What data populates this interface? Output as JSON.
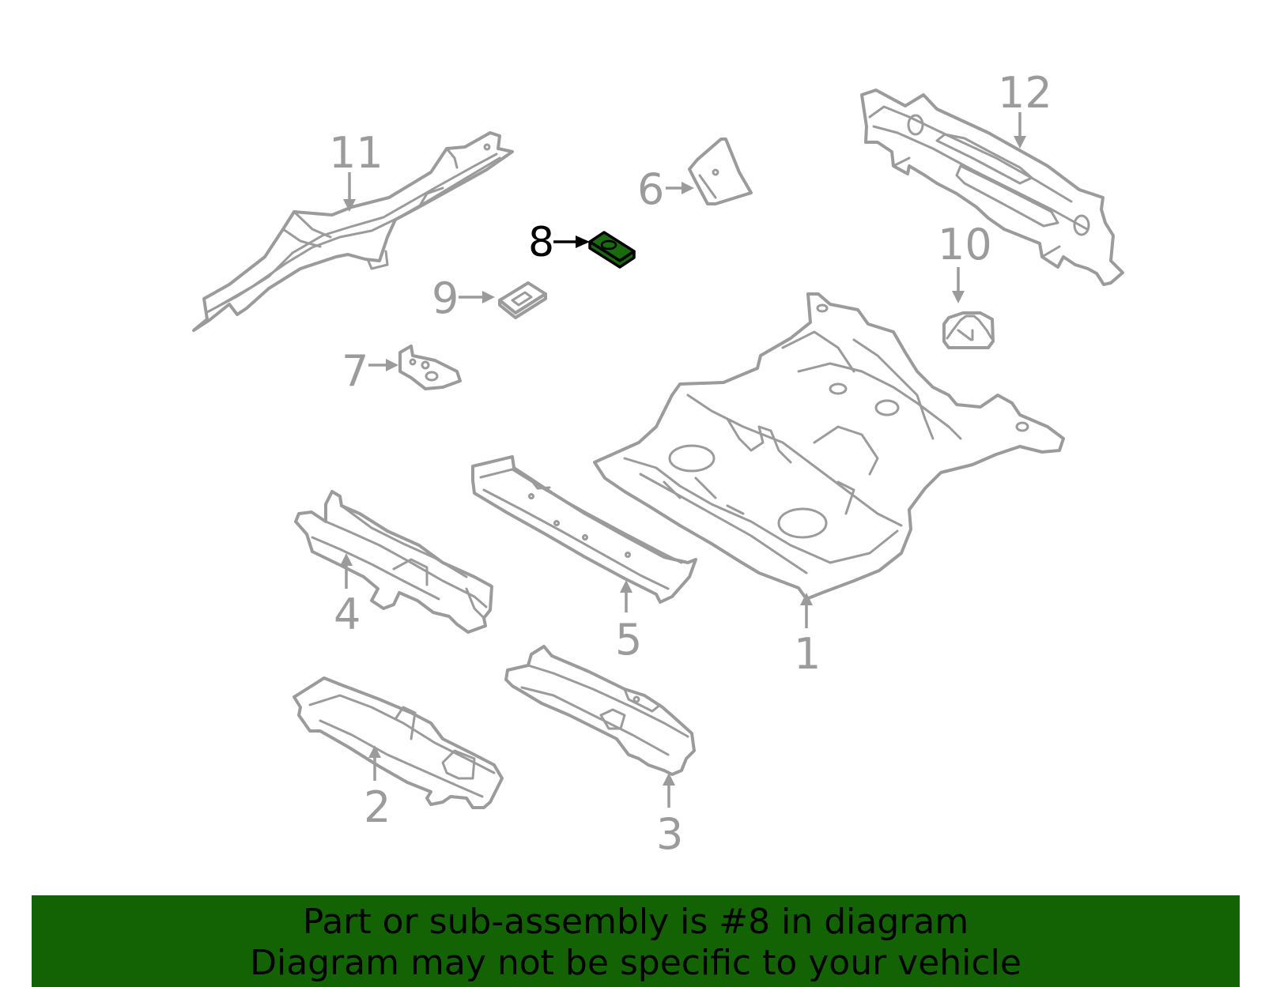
{
  "diagram": {
    "callouts": [
      {
        "id": "1",
        "label": "1"
      },
      {
        "id": "2",
        "label": "2"
      },
      {
        "id": "3",
        "label": "3"
      },
      {
        "id": "4",
        "label": "4"
      },
      {
        "id": "5",
        "label": "5"
      },
      {
        "id": "6",
        "label": "6"
      },
      {
        "id": "7",
        "label": "7"
      },
      {
        "id": "8",
        "label": "8"
      },
      {
        "id": "9",
        "label": "9"
      },
      {
        "id": "10",
        "label": "10"
      },
      {
        "id": "11",
        "label": "11"
      },
      {
        "id": "12",
        "label": "12"
      }
    ],
    "highlighted_part": "8",
    "colors": {
      "line": "#9b9b9b",
      "highlight_fill": "#1a6b10",
      "banner_bg": "#136305",
      "text_highlight": "#000000"
    }
  },
  "banner": {
    "line1": "Part or sub-assembly is #8 in diagram",
    "line2": "Diagram may not be specific to your vehicle"
  }
}
